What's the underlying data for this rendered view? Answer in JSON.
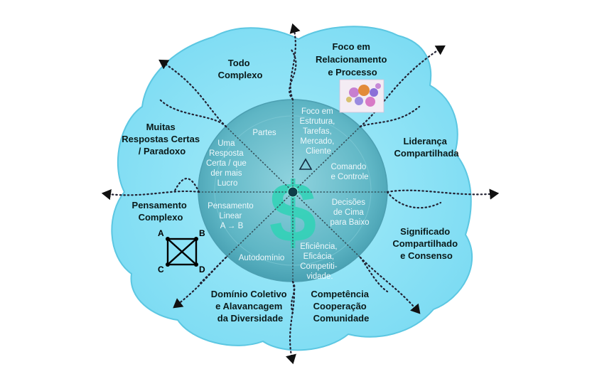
{
  "outer": {
    "todo_complexo": [
      "Todo",
      "Complexo"
    ],
    "foco_relacionamento": [
      "Foco em",
      "Relacionamento",
      "e Processo"
    ],
    "muitas_respostas": [
      "Muitas",
      "Respostas Certas",
      "/ Paradoxo"
    ],
    "lideranca": [
      "Liderança",
      "Compartilhada"
    ],
    "pensamento_complexo": [
      "Pensamento",
      "Complexo"
    ],
    "significado": [
      "Significado",
      "Compartilhado",
      "e Consenso"
    ],
    "dominio_coletivo": [
      "Domínio Coletivo",
      "e Alavancagem",
      "da Diversidade"
    ],
    "competencia": [
      "Competência",
      "Cooperação",
      "Comunidade"
    ]
  },
  "inner": {
    "partes": [
      "Partes"
    ],
    "foco_estrutura": [
      "Foco em",
      "Estrutura,",
      "Tarefas,",
      "Mercado,",
      "Cliente"
    ],
    "uma_resposta": [
      "Uma",
      "Resposta",
      "Certa / que",
      "der mais",
      "Lucro"
    ],
    "comando": [
      "Comando",
      "e Controle"
    ],
    "pensamento_linear": [
      "Pensamento",
      "Linear",
      "A → B"
    ],
    "decisoes": [
      "Decisões",
      "de Cima",
      "para Baixo"
    ],
    "autodominio": [
      "Autodomínio"
    ],
    "eficiencia": [
      "Eficiência,",
      "Eficácia,",
      "Competiti-",
      "vidade."
    ]
  },
  "square_nodes": [
    "A",
    "B",
    "C",
    "D"
  ],
  "colors": {
    "outer_fill": "#8fe4f6",
    "inner_fill": "#5fb9c7",
    "dollar": "#2fd3b6"
  }
}
